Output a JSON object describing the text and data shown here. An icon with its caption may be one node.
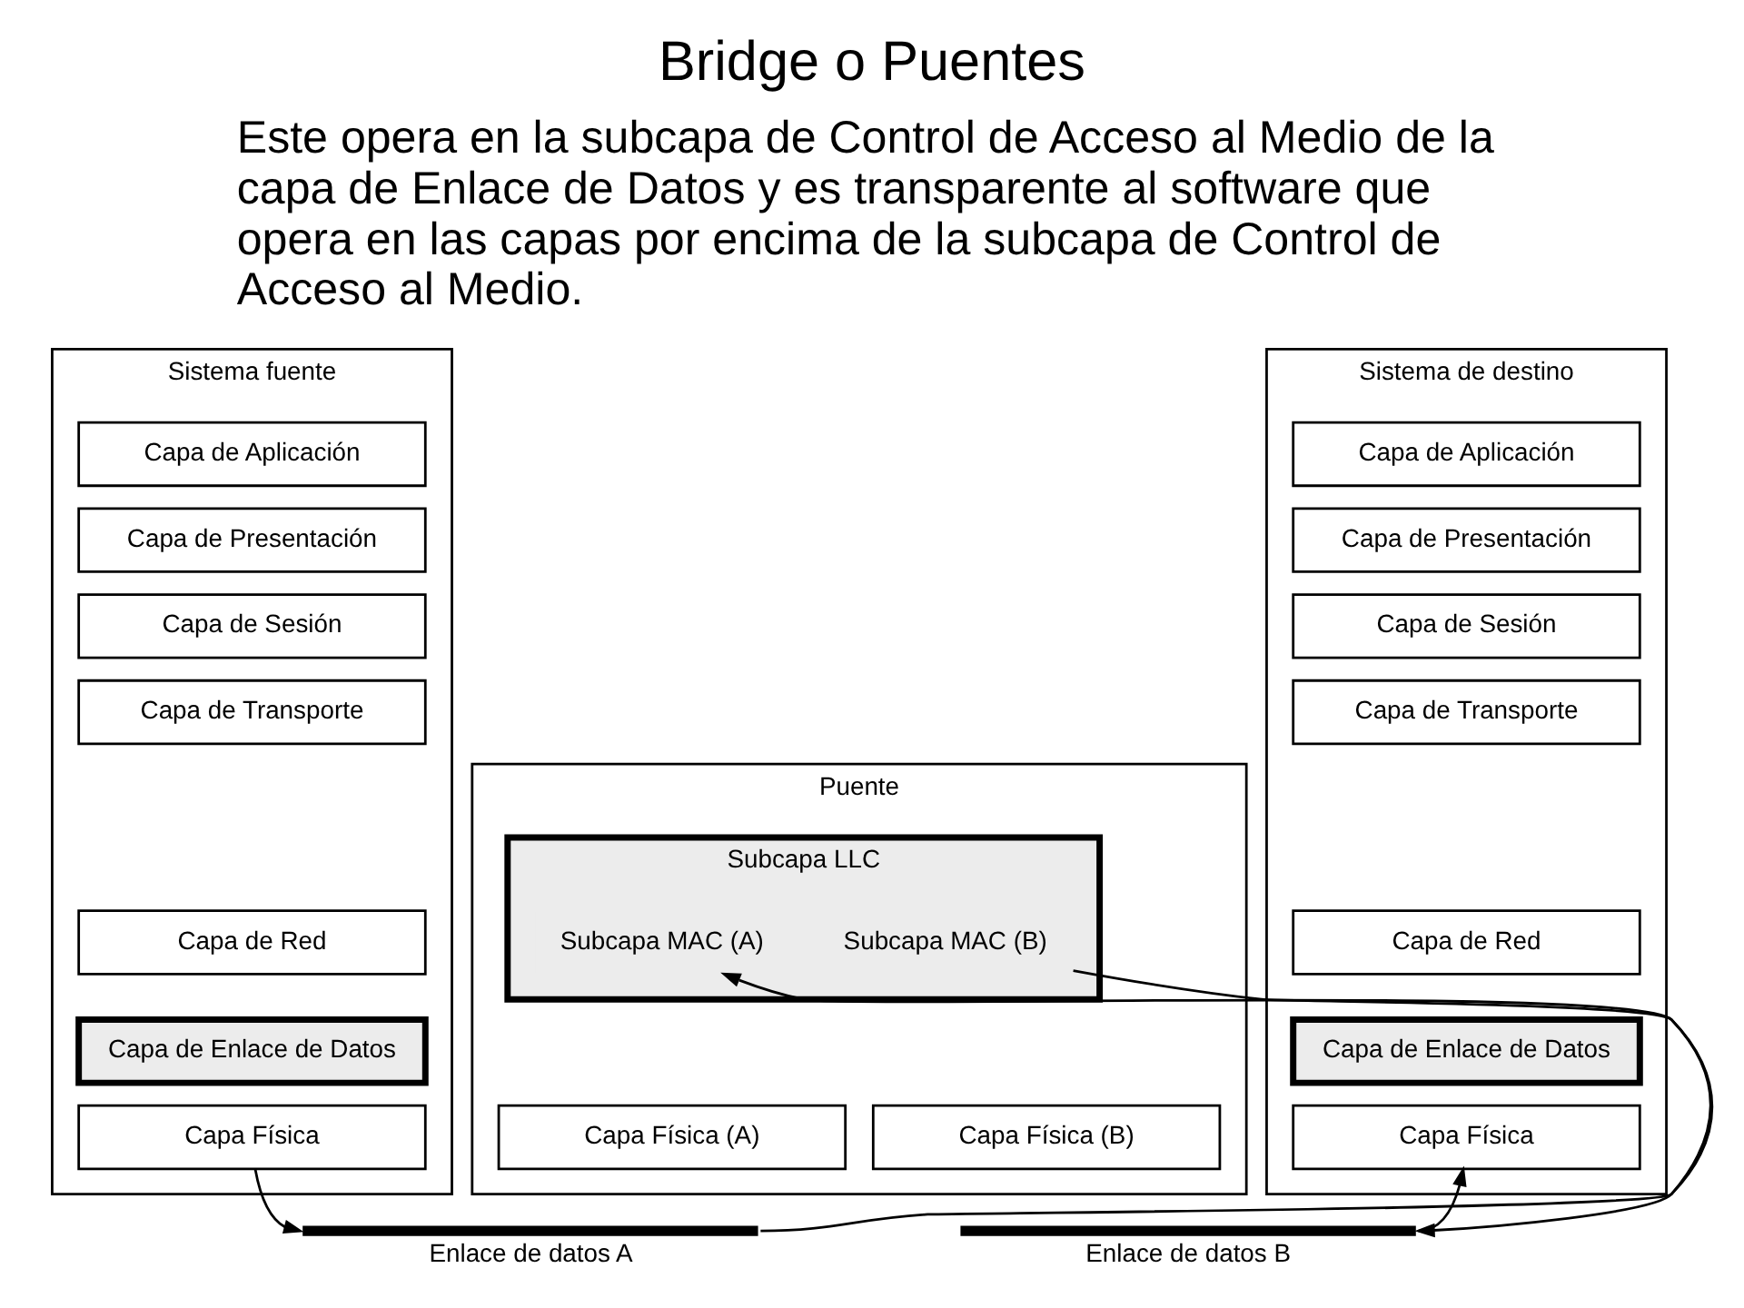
{
  "diagram": {
    "title": "Bridge o Puentes",
    "nodes": [
      {
        "text": [
          "Sistema fuente"
        ]
      },
      {
        "text": [
          "Capa de Aplicación"
        ],
        "in": 0
      },
      {
        "text": [
          "Capa de Presentación"
        ],
        "in": 0
      },
      {
        "text": [
          "Capa de Sesión"
        ],
        "in": 0
      },
      {
        "text": [
          "Capa de Transporte"
        ],
        "in": 0
      },
      {
        "text": [
          "Capa de Red"
        ],
        "in": 0
      },
      {
        "text": [
          "Capa de Enlace de Datos"
        ],
        "in": 0
      },
      {
        "text": [
          "Capa Física"
        ],
        "in": 0
      },
      {
        "text": [
          "Puente"
        ]
      },
      {
        "text": [
          "Subcapa LLC"
        ],
        "in": 8
      },
      {
        "text": [
          "Subcapa MAC (A)"
        ],
        "in": 9
      },
      {
        "text": [
          "Subcapa MAC (B)"
        ],
        "in": 9
      },
      {
        "text": [
          "Capa Física (A)"
        ],
        "in": 8
      },
      {
        "text": [
          "Capa Física (B)"
        ],
        "in": 8
      },
      {
        "text": [
          "Sistema de destino"
        ]
      },
      {
        "text": [
          "Capa de Aplicación"
        ],
        "in": 14
      },
      {
        "text": [
          "Capa de Presentación"
        ],
        "in": 14
      },
      {
        "text": [
          "Capa de Sesión"
        ],
        "in": 14
      },
      {
        "text": [
          "Capa de Transporte"
        ],
        "in": 14
      },
      {
        "text": [
          "Capa de Red"
        ],
        "in": 14
      },
      {
        "text": [
          "Capa de Enlace de Datos"
        ],
        "in": 14
      },
      {
        "text": [
          "Capa Física"
        ],
        "in": 14
      },
      {
        "text": [],
        "shape": "bar",
        "beside": [
          "Enlace de datos A"
        ]
      },
      {
        "text": [],
        "shape": "bar",
        "beside": [
          "Enlace de datos B"
        ]
      }
    ],
    "edges": [
      {
        "from": 7,
        "to": 22,
        "arrow": "to"
      },
      {
        "from": 22,
        "to": 10,
        "arrow": "to"
      },
      {
        "from": 11,
        "to": 23,
        "arrow": "to"
      },
      {
        "from": 23,
        "to": 21,
        "arrow": "to"
      }
    ],
    "labels": [
      "Este opera en la subcapa de Control de Acceso al Medio de la capa de Enlace de Datos y es transparente al software que opera en las capas por encima de la subcapa de Control de Acceso al Medio."
    ]
  }
}
